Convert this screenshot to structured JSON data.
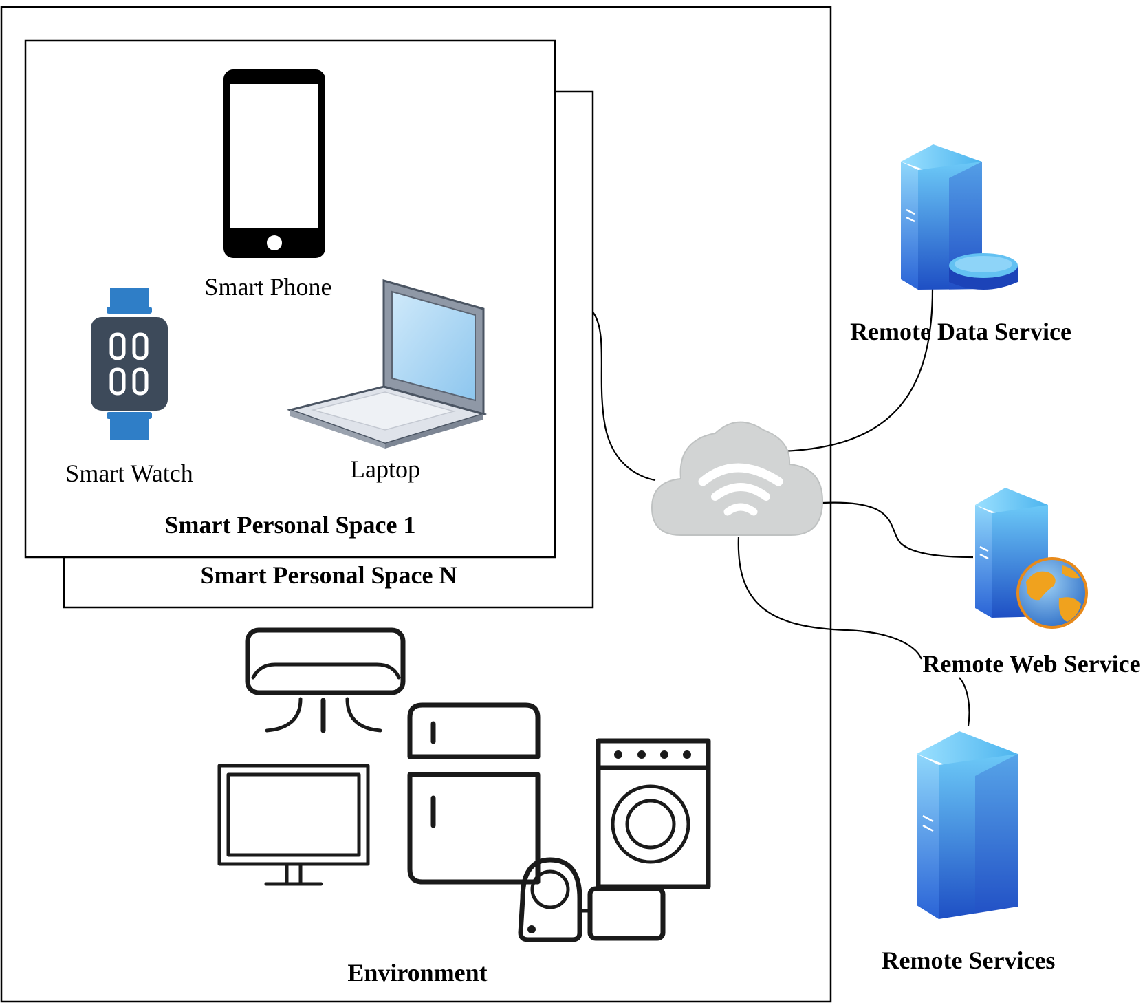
{
  "containers": {
    "environment": "Environment",
    "space_1": "Smart Personal Space 1",
    "space_n": "Smart Personal Space N"
  },
  "devices": {
    "smart_phone": "Smart Phone",
    "smart_watch": "Smart Watch",
    "laptop": "Laptop"
  },
  "remote": {
    "data_service": "Remote Data Service",
    "web_service": "Remote Web Service",
    "services": "Remote Services"
  },
  "icons": {
    "phone": "smartphone-icon",
    "watch": "smartwatch-icon",
    "laptop": "laptop-icon",
    "cloud": "cloud-wifi-icon",
    "air_conditioner": "air-conditioner-icon",
    "monitor": "monitor-icon",
    "refrigerator": "refrigerator-icon",
    "washing_machine": "washing-machine-icon",
    "camera": "security-camera-icon",
    "data_server": "database-server-icon",
    "web_server": "web-server-icon",
    "server": "server-icon"
  },
  "colors": {
    "server_light": "#5fc3f5",
    "server_dark": "#1b3fae",
    "watch_band": "#2f7ec7",
    "watch_face": "#3d4a5a",
    "cloud": "#d2d4d4"
  }
}
